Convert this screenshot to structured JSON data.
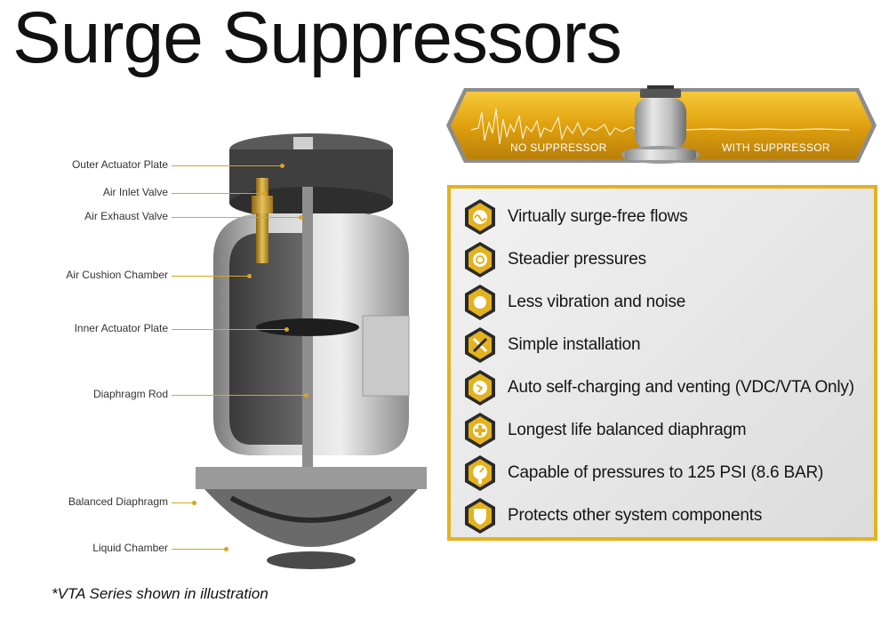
{
  "title": "Surge Suppressors",
  "banner": {
    "left_label": "NO SUPPRESSOR",
    "right_label": "WITH SUPPRESSOR",
    "color": "#e8ae14"
  },
  "features": [
    {
      "label": "Virtually surge-free flows",
      "icon": "surge-icon"
    },
    {
      "label": "Steadier pressures",
      "icon": "pressure-icon"
    },
    {
      "label": "Less vibration and noise",
      "icon": "vibration-icon"
    },
    {
      "label": "Simple installation",
      "icon": "tools-icon"
    },
    {
      "label": "Auto self-charging and venting (VDC/VTA Only)",
      "icon": "venting-icon"
    },
    {
      "label": "Longest life balanced diaphragm",
      "icon": "diaphragm-icon"
    },
    {
      "label": "Capable of pressures to 125 PSI (8.6 BAR)",
      "icon": "gauge-icon"
    },
    {
      "label": "Protects other system components",
      "icon": "shield-icon"
    }
  ],
  "callouts": [
    {
      "label": "Outer Actuator Plate"
    },
    {
      "label": "Air Inlet Valve"
    },
    {
      "label": "Air Exhaust Valve"
    },
    {
      "label": "Air Cushion Chamber"
    },
    {
      "label": "Inner Actuator Plate"
    },
    {
      "label": "Diaphragm Rod"
    },
    {
      "label": "Balanced Diaphragm"
    },
    {
      "label": "Liquid Chamber"
    }
  ],
  "footnote": "*VTA Series shown in illustration",
  "colors": {
    "accent": "#e3b21e",
    "panel": "#e6e6e6"
  }
}
